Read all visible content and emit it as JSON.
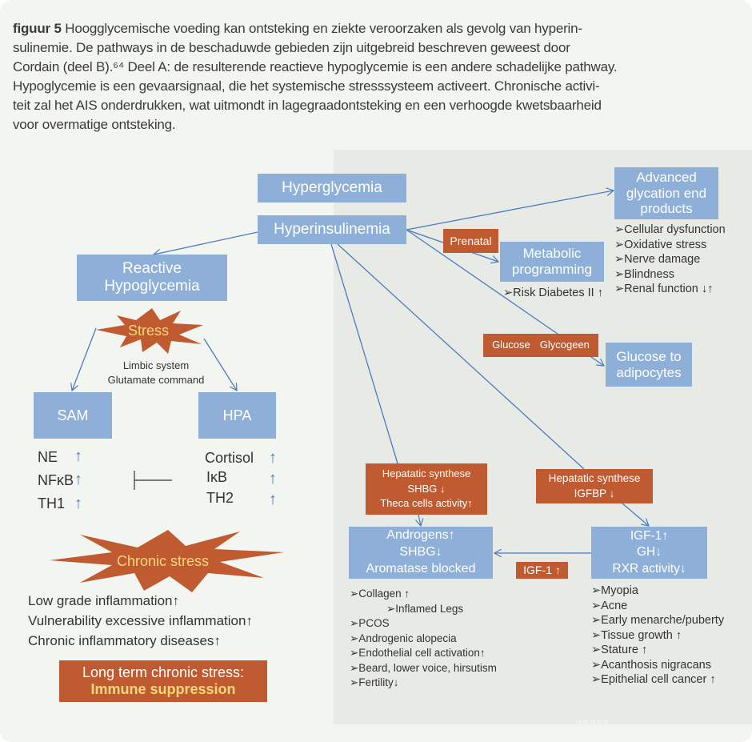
{
  "caption": {
    "label": "figuur 5",
    "lines": [
      "Hoogglycemische voeding kan ontsteking en ziekte veroorzaken als gevolg van hyperin-",
      "sulinemie. De pathways in de beschaduwde gebieden zijn uitgebreid beschreven geweest door",
      "Cordain (deel B).⁶⁴ Deel A: de resulterende reactieve hypoglycemie is een andere schadelijke pathway.",
      "Hypoglycemie is een gevaarsignaal, die het systemische stresssysteem activeert. Chronische activi-",
      "teit zal het AIS onderdrukken, wat uitmondt in lagegraadontsteking en een verhoogde kwetsbaarheid",
      "voor overmatige ontsteking."
    ]
  },
  "colors": {
    "blue_box": "#8eafd8",
    "orange_box": "#c05a30",
    "arrow": "#4a7cc0",
    "shaded_area": "#e8eae5"
  },
  "part_a": {
    "reactive_hypoglycemia": [
      "Reactive",
      "Hypoglycemia"
    ],
    "stress": "Stress",
    "limbic": [
      "Limbic system",
      "Glutamate command"
    ],
    "sam": "SAM",
    "hpa": "HPA",
    "sam_items": [
      "NE",
      "NFκB",
      "TH1"
    ],
    "hpa_items": [
      "Cortisol",
      "IκB",
      "TH2"
    ],
    "up_arrow": "↑",
    "chronic_stress": "Chronic stress",
    "effects": [
      "Low grade inflammation↑",
      "Vulnerability excessive inflammation↑",
      "Chronic inflammatory diseases↑"
    ],
    "long_term": [
      "Long term chronic stress:",
      "Immune suppression"
    ]
  },
  "part_b": {
    "hyperglycemia": "Hyperglycemia",
    "hyperinsulinemia": "Hyperinsulinemia",
    "age": [
      "Advanced",
      "glycation end",
      "products"
    ],
    "age_effects": [
      "➢Cellular dysfunction",
      "➢Oxidative stress",
      "➢Nerve damage",
      "➢Blindness",
      "➢Renal function ↓↑"
    ],
    "prenatal": "Prenatal",
    "metabolic": [
      "Metabolic",
      "programming"
    ],
    "risk_diabetes": "➢Risk Diabetes II ↑",
    "glucose_glycogeen": [
      "Glucose",
      "Glycogeen"
    ],
    "glucose_adipocytes": [
      "Glucose to",
      "adipocytes"
    ],
    "hep_shbg": [
      "Hepatatic synthese",
      "SHBG ↓",
      "Theca cells activity↑"
    ],
    "hep_igfbp": [
      "Hepatatic synthese",
      "IGFBP ↓"
    ],
    "androgens": [
      "Androgens↑",
      "SHBG↓",
      "Aromatase blocked"
    ],
    "igf_box": [
      "IGF-1↑",
      "GH↓",
      "RXR activity↓"
    ],
    "igf_small": "IGF-1 ↑",
    "androgen_effects": [
      "➢Collagen ↑",
      "➢Inflamed Legs",
      "➢PCOS",
      "➢Androgenic alopecia",
      "➢Endothelial cell activation↑",
      "➢Beard, lower voice, hirsutism",
      "➢Fertility↓"
    ],
    "igf_effects": [
      "➢Myopia",
      "➢Acne",
      "➢Early menarche/puberty",
      "➢Tissue growth ↑",
      "➢Stature ↑",
      "➢Acanthosis nigracans",
      "➢Epithelial cell cancer ↑"
    ]
  },
  "footer_stamp": "15-12-13 20:32"
}
